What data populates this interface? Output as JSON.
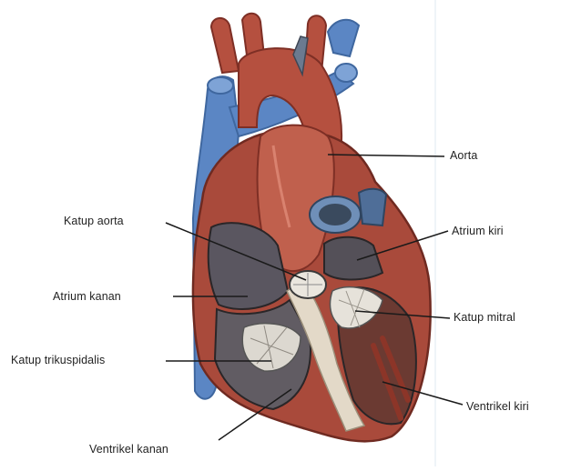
{
  "labels": {
    "aorta": "Aorta",
    "katup_aorta": "Katup aorta",
    "atrium_kiri": "Atrium kiri",
    "atrium_kanan": "Atrium kanan",
    "katup_mitral": "Katup mitral",
    "katup_trikuspidalis": "Katup trikuspidalis",
    "ventrikel_kiri": "Ventrikel kiri",
    "ventrikel_kanan": "Ventrikel kanan"
  },
  "colors": {
    "muscle": "#a94a3b",
    "muscle_light": "#c86a58",
    "muscle_dark": "#7e2f25",
    "vein_blue": "#5b86c4",
    "vein_blue_dark": "#3f679f",
    "chamber": "#5f5a60",
    "valve": "#e8e4dc",
    "line": "#1a1a1a"
  }
}
